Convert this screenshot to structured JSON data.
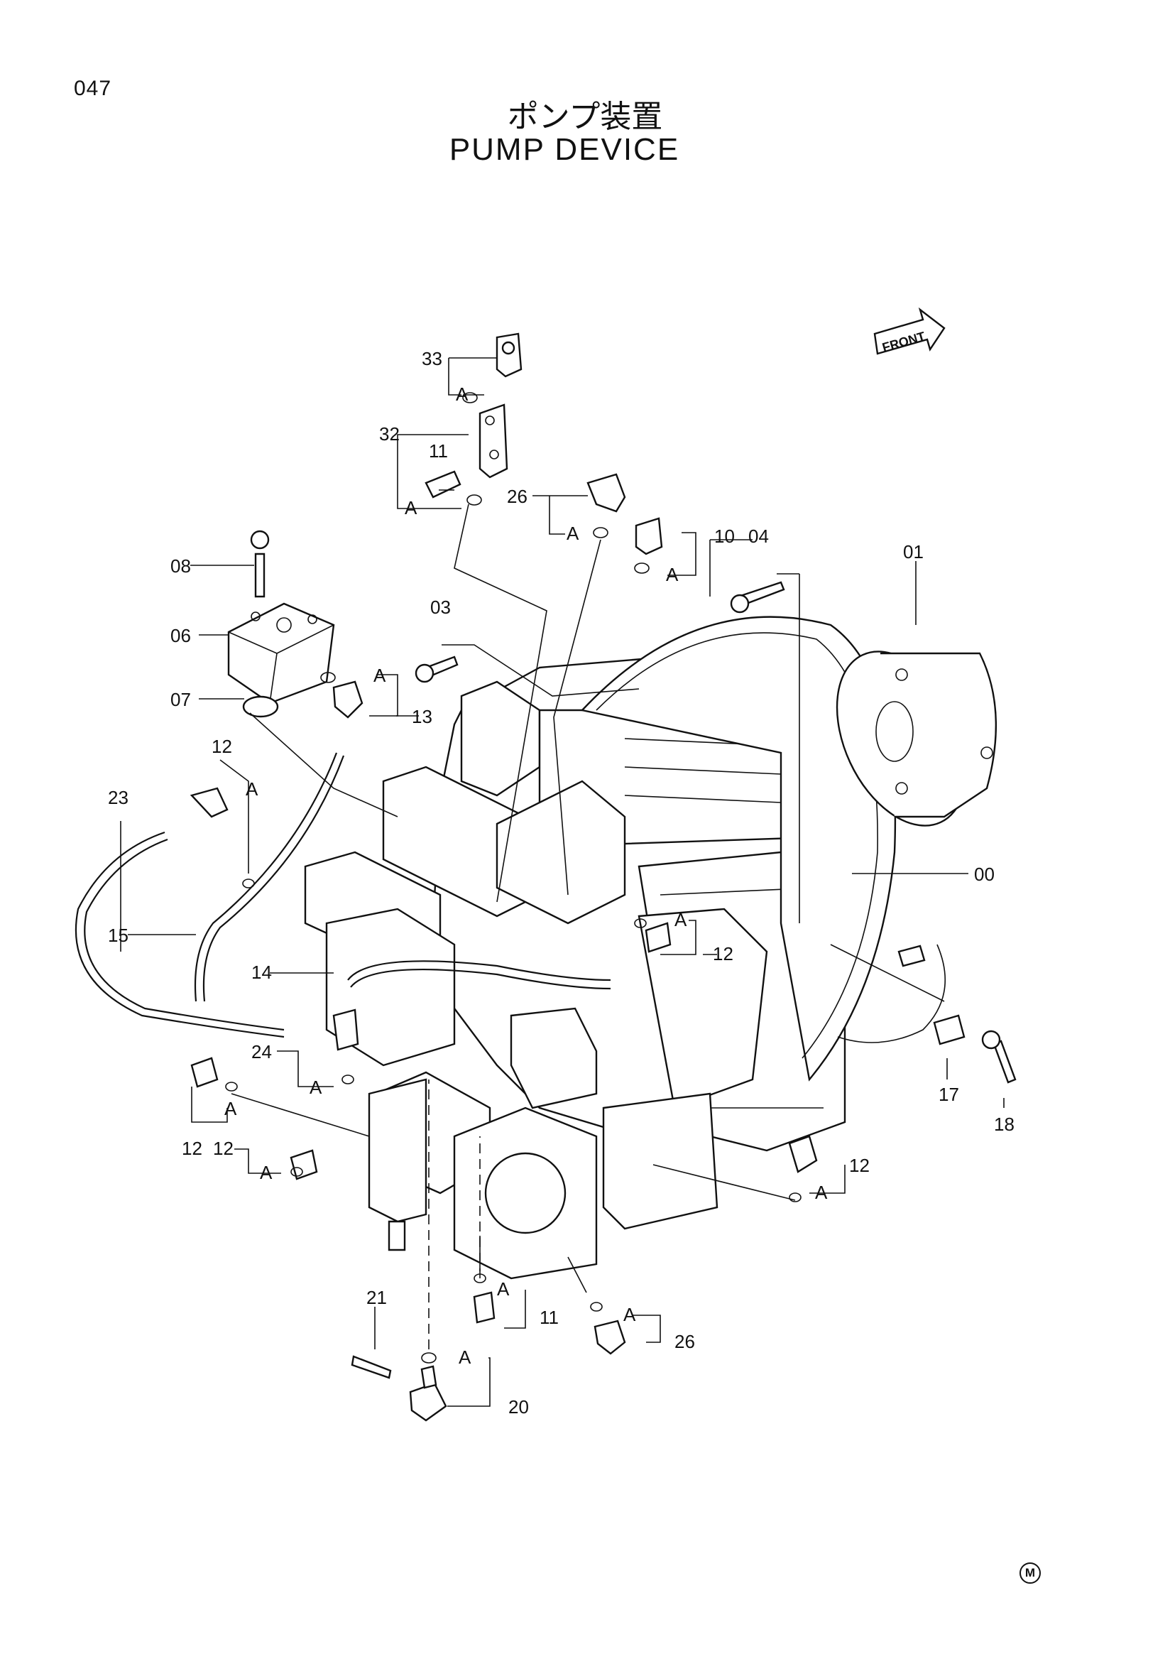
{
  "page_number": "047",
  "title_jp": "ポンプ装置",
  "title_en": "PUMP  DEVICE",
  "front_label": "FRONT",
  "marker": "M",
  "callouts": {
    "p33": "33",
    "a33": "A",
    "p32": "32",
    "p11a": "11",
    "a32": "A",
    "p26a": "26",
    "a26a": "A",
    "p10": "10",
    "p04": "04",
    "a10": "A",
    "p01": "01",
    "p08": "08",
    "p06": "06",
    "p07": "07",
    "p03": "03",
    "a13": "A",
    "p13": "13",
    "p12a": "12",
    "a12a": "A",
    "p23": "23",
    "p15": "15",
    "p00": "00",
    "a12b": "A",
    "p12b": "12",
    "p14": "14",
    "p24": "24",
    "a24": "A",
    "a12c": "A",
    "p12c": "12",
    "p12d": "12",
    "a12d": "A",
    "p17": "17",
    "p18": "18",
    "p12e": "12",
    "a12e": "A",
    "a11b": "A",
    "p11b": "11",
    "a26b": "A",
    "p26b": "26",
    "p21": "21",
    "a20": "A",
    "p20": "20"
  }
}
